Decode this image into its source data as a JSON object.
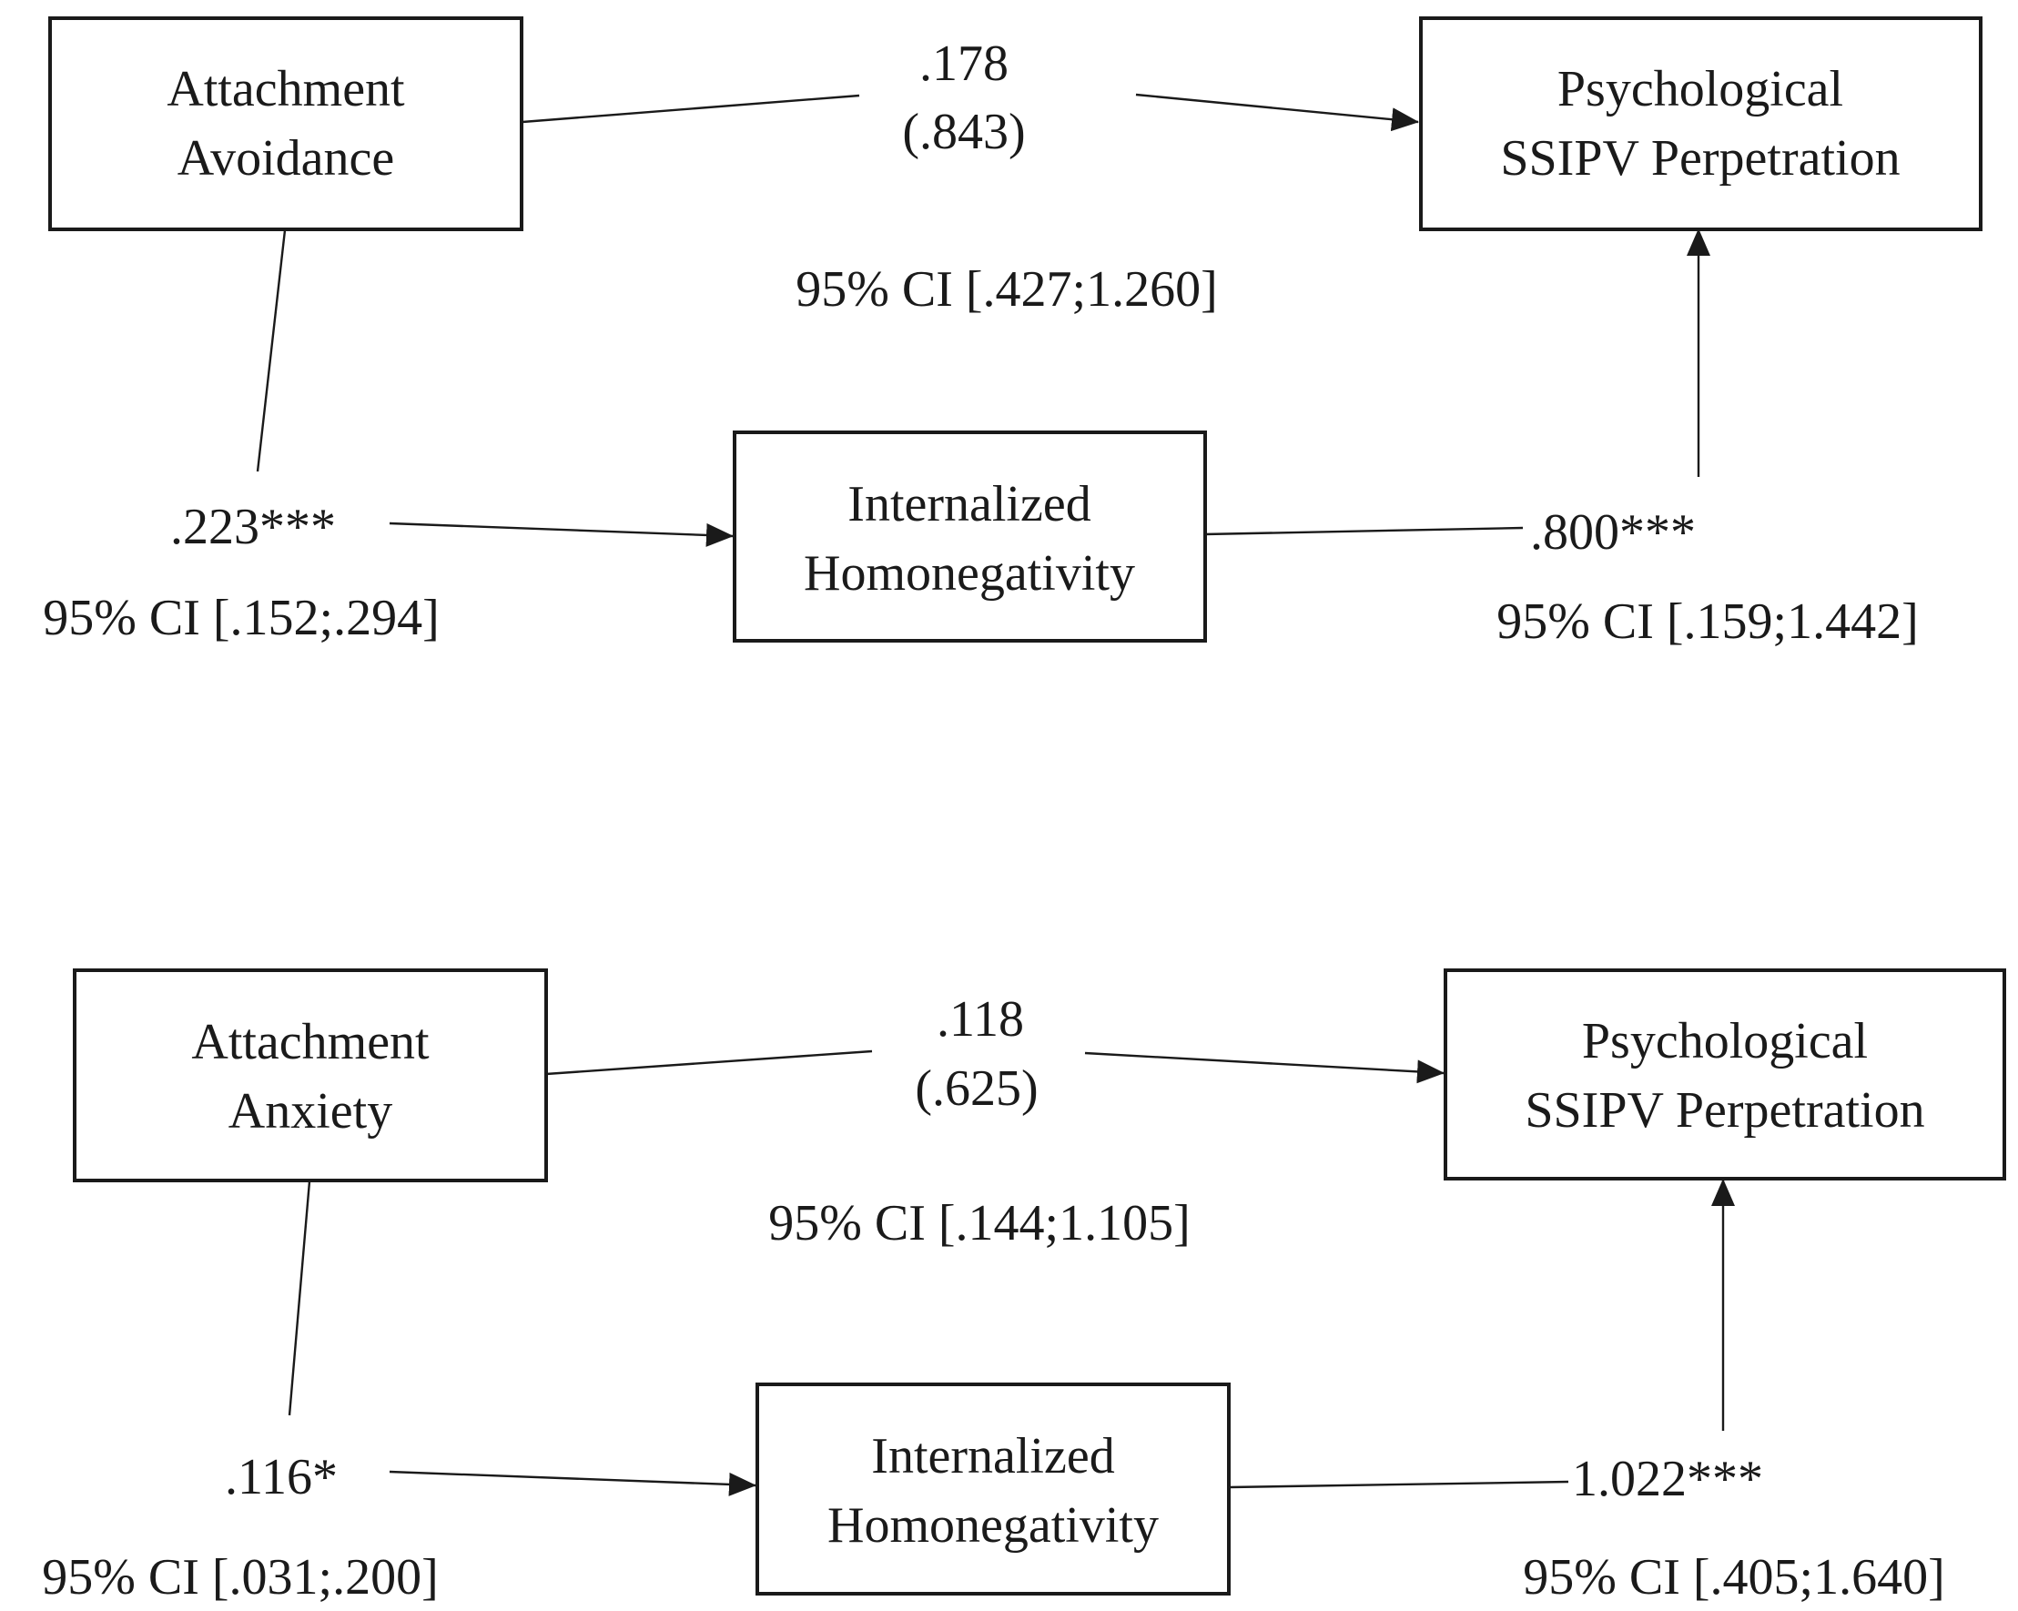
{
  "panels": [
    {
      "predictor": [
        "Attachment",
        "Avoidance"
      ],
      "outcome": [
        "Psychological",
        "SSIPV Perpetration"
      ],
      "mediator": [
        "Internalized",
        "Homonegativity"
      ],
      "direct_coef": ".178",
      "direct_total": "(.843)",
      "direct_ci": "95% CI [.427;1.260]",
      "a_coef": ".223***",
      "a_ci": "95% CI [.152;.294]",
      "b_coef": ".800***",
      "b_ci": "95% CI [.159;1.442]"
    },
    {
      "predictor": [
        "Attachment",
        "Anxiety"
      ],
      "outcome": [
        "Psychological",
        "SSIPV Perpetration"
      ],
      "mediator": [
        "Internalized",
        "Homonegativity"
      ],
      "direct_coef": ".118",
      "direct_total": "(.625)",
      "direct_ci": "95% CI [.144;1.105]",
      "a_coef": ".116*",
      "a_ci": "95% CI [.031;.200]",
      "b_coef": "1.022***",
      "b_ci": "95% CI [.405;1.640]"
    }
  ]
}
